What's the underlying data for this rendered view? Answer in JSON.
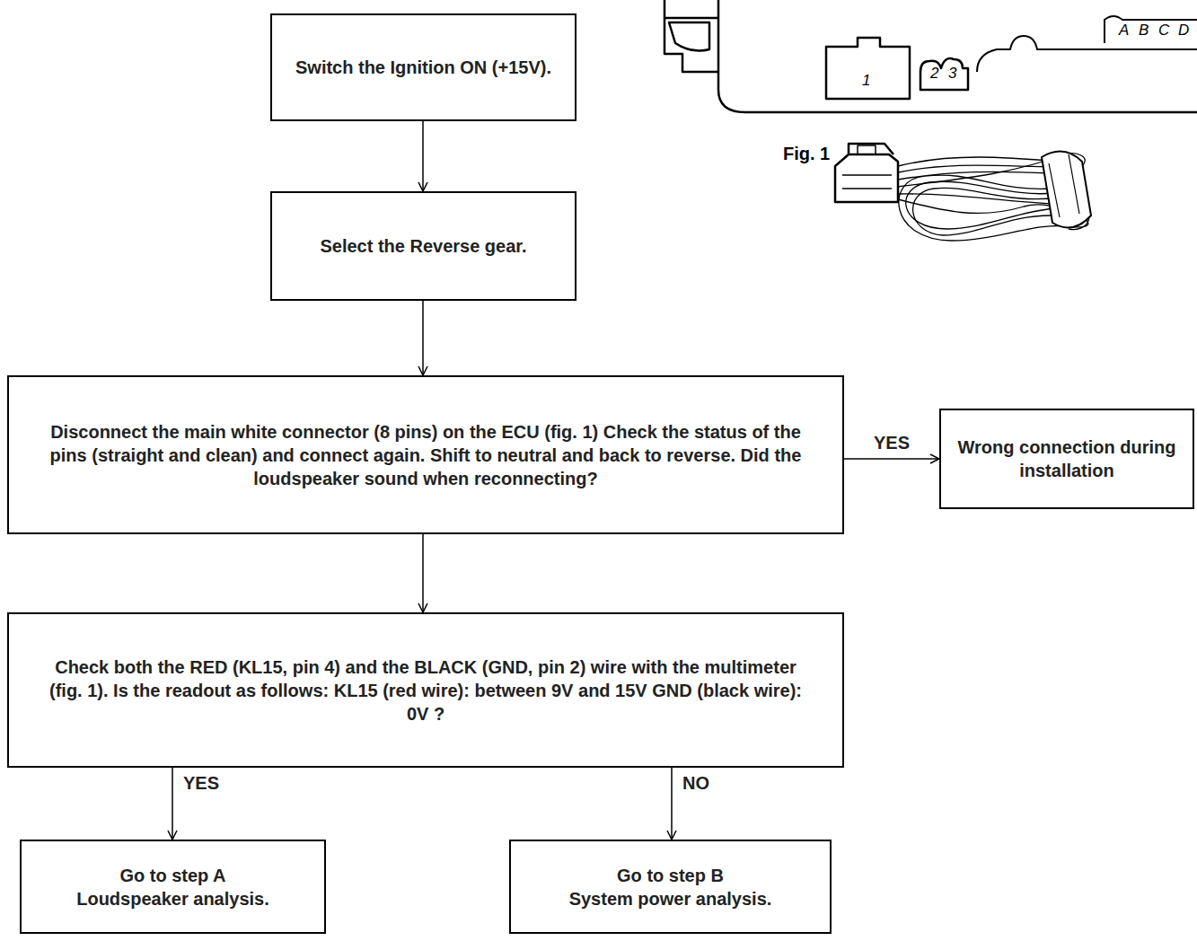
{
  "diagram": {
    "nodes": [
      {
        "text": [
          "Switch the Ignition ON (+15V)."
        ]
      },
      {
        "text": [
          "Select the Reverse gear."
        ]
      },
      {
        "text": [
          "Disconnect the main white connector (8 pins) on the ECU (fig. 1) Check the status of the pins (straight and clean) and connect again. Shift to neutral and back to reverse. Did the loudspeaker sound when reconnecting?"
        ]
      },
      {
        "text": [
          "Wrong connection during installation"
        ]
      },
      {
        "text": [
          "Check both the RED (KL15, pin 4) and the BLACK (GND, pin 2) wire with the multimeter (fig. 1). Is the readout as follows: KL15 (red wire): between 9V and 15V GND (black wire): 0V ?"
        ]
      },
      {
        "text": [
          "Go to step A",
          "Loudspeaker analysis."
        ]
      },
      {
        "text": [
          "Go to step B",
          "System power analysis."
        ]
      }
    ],
    "edges": [
      {
        "from": 0,
        "to": 1,
        "arrow": "to"
      },
      {
        "from": 1,
        "to": 2,
        "arrow": "to"
      },
      {
        "from": 2,
        "to": 3,
        "label": "YES",
        "arrow": "to"
      },
      {
        "from": 2,
        "to": 4,
        "arrow": "to"
      },
      {
        "from": 4,
        "to": 5,
        "label": "YES",
        "arrow": "to"
      },
      {
        "from": 4,
        "to": 6,
        "label": "NO",
        "arrow": "to"
      }
    ],
    "labels": [
      "Fig. 1",
      "1",
      "2",
      "3",
      "A",
      "B",
      "C",
      "D"
    ]
  }
}
